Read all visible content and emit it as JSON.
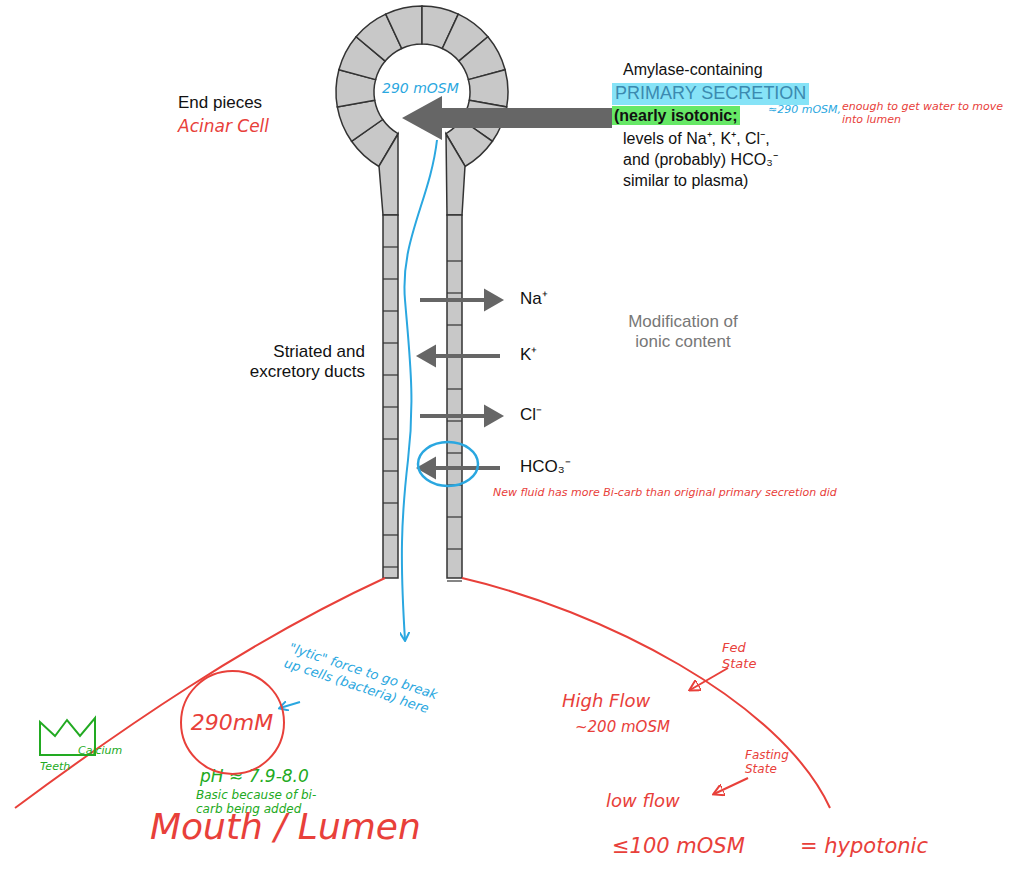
{
  "diagram": {
    "nodes": [
      {
        "text": [
          "290mM"
        ]
      }
    ],
    "labels": [
      "End pieces",
      "Acinar Cell",
      "290 mOSM",
      "Amylase-containing",
      "PRIMARY SECRETION",
      "(nearly isotonic;",
      "≈290 mOSM,",
      "enough to get water to move into lumen",
      "levels of Na⁺, K⁺, Cl⁻, and (probably) HCO₃⁻ similar to plasma)",
      "Na⁺",
      "K⁺",
      "Cl⁻",
      "HCO₃⁻",
      "Modification of ionic content",
      "Striated and excretory ducts",
      "New fluid has more Bi-carb than original primary secretion did",
      "Teeth",
      "Calcium",
      "\"lytic\" force to go break up cells (bacteria) here",
      "pH ≈ 7.9-8.0",
      "Basic because of bi-carb being added",
      "Mouth / Lumen",
      "Fed State",
      "High Flow",
      "~200 mOSM",
      "Fasting State",
      "low flow",
      "≤100 mOSM",
      "= hypotonic"
    ]
  }
}
